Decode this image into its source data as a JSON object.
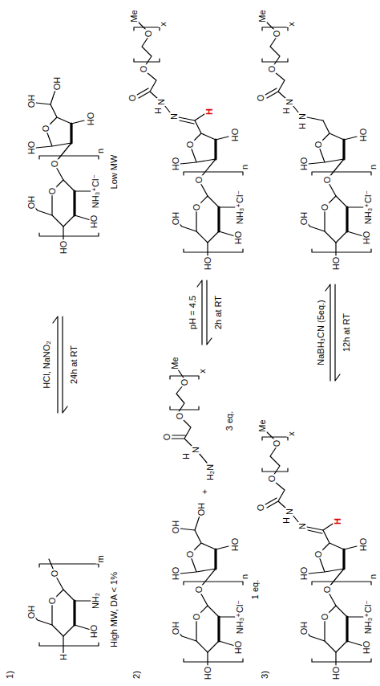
{
  "diagram": {
    "labels": [
      "1)",
      "H",
      "OH",
      "HO",
      "NH₂",
      "O",
      "O",
      "m",
      "High MW, DA < 1%",
      "HCl, NaNO₂",
      "24h at RT",
      "HO",
      "OH",
      "HO",
      "NH₃⁺Cl⁻",
      "O",
      "O",
      "n",
      "O",
      "HO",
      "HO",
      "OH",
      "OH",
      "Low MW",
      "2)",
      "HO",
      "OH",
      "HO",
      "NH₃⁺Cl⁻",
      "O",
      "O",
      "n",
      "O",
      "HO",
      "HO",
      "OH",
      "OH",
      "1 eq.",
      "+",
      "H₂N",
      "N",
      "H",
      "O",
      "O",
      "O",
      "x",
      "Me",
      "3 eq.",
      "pH = 4.5",
      "2h at RT",
      "HO",
      "OH",
      "HO",
      "NH₃⁺Cl⁻",
      "O",
      "O",
      "n",
      "O",
      "HO",
      "HO",
      "H",
      "N",
      "N",
      "H",
      "O",
      "O",
      "O",
      "x",
      "Me",
      "3)",
      "HO",
      "OH",
      "HO",
      "NH₃⁺Cl⁻",
      "O",
      "O",
      "n",
      "O",
      "HO",
      "HO",
      "H",
      "N",
      "N",
      "H",
      "O",
      "O",
      "O",
      "x",
      "Me",
      "NaBH₃CN (5eq.)",
      "12h at RT",
      "HO",
      "OH",
      "HO",
      "NH₃⁺Cl⁻",
      "O",
      "O",
      "n",
      "O",
      "HO",
      "HO",
      "H",
      "N",
      "N",
      "H",
      "O",
      "O",
      "O",
      "x",
      "Me"
    ]
  }
}
